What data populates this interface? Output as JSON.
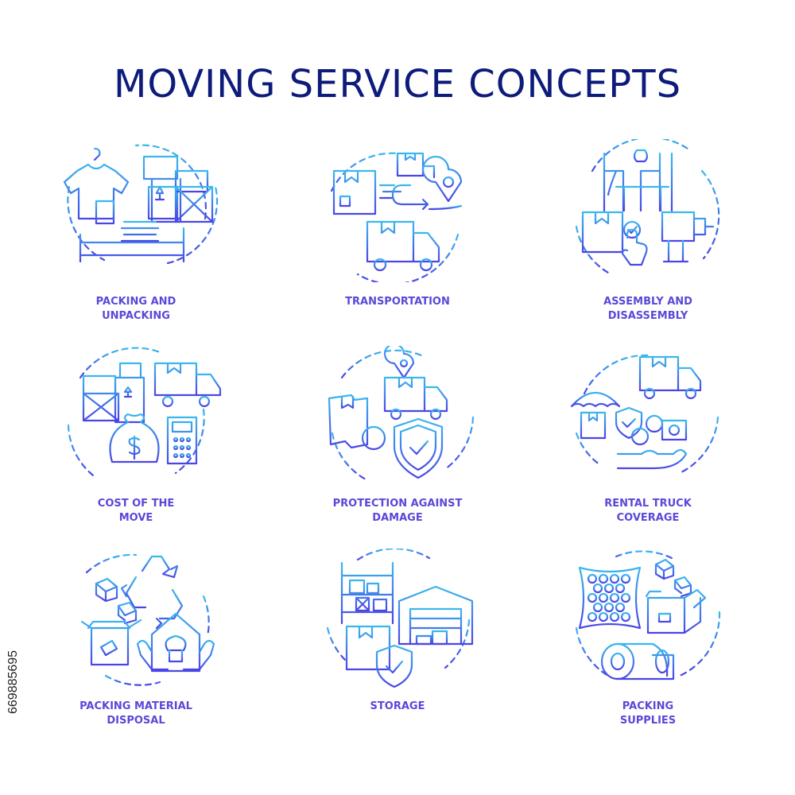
{
  "title": "MOVING SERVICE CONCEPTS",
  "stock_id": "669885695",
  "colors": {
    "title": "#0d1b7a",
    "gradient_top": "#3bb7ee",
    "gradient_bottom": "#4a45e6",
    "label": "#5a48d8"
  },
  "concepts": [
    {
      "label_lines": [
        "PACKING AND",
        "UNPACKING"
      ],
      "icon": "packing-icon"
    },
    {
      "label_lines": [
        "TRANSPORTATION"
      ],
      "icon": "transportation-icon"
    },
    {
      "label_lines": [
        "ASSEMBLY AND",
        "DISASSEMBLY"
      ],
      "icon": "assembly-icon"
    },
    {
      "label_lines": [
        "COST OF THE",
        "MOVE"
      ],
      "icon": "cost-icon"
    },
    {
      "label_lines": [
        "PROTECTION AGAINST",
        "DAMAGE"
      ],
      "icon": "protection-icon"
    },
    {
      "label_lines": [
        "RENTAL TRUCK",
        "COVERAGE"
      ],
      "icon": "rental-truck-icon"
    },
    {
      "label_lines": [
        "PACKING MATERIAL",
        "DISPOSAL"
      ],
      "icon": "disposal-icon"
    },
    {
      "label_lines": [
        "STORAGE"
      ],
      "icon": "storage-icon"
    },
    {
      "label_lines": [
        "PACKING",
        "SUPPLIES"
      ],
      "icon": "supplies-icon"
    }
  ]
}
